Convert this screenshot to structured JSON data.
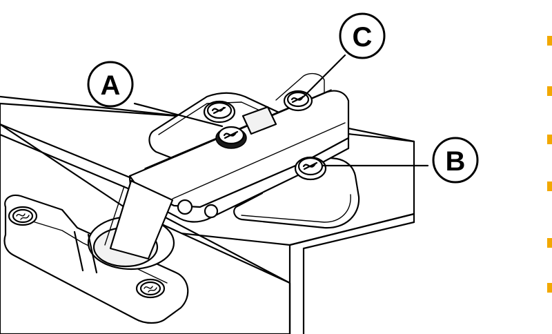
{
  "callouts": {
    "a": {
      "label": "A",
      "target": "mounting-plate-screw"
    },
    "b": {
      "label": "B",
      "target": "depth-adjustment-screw"
    },
    "c": {
      "label": "C",
      "target": "side-adjustment-screw"
    }
  },
  "icons": [
    "screw-icon"
  ],
  "colors": {
    "line": "#000000",
    "background": "#ffffff"
  }
}
